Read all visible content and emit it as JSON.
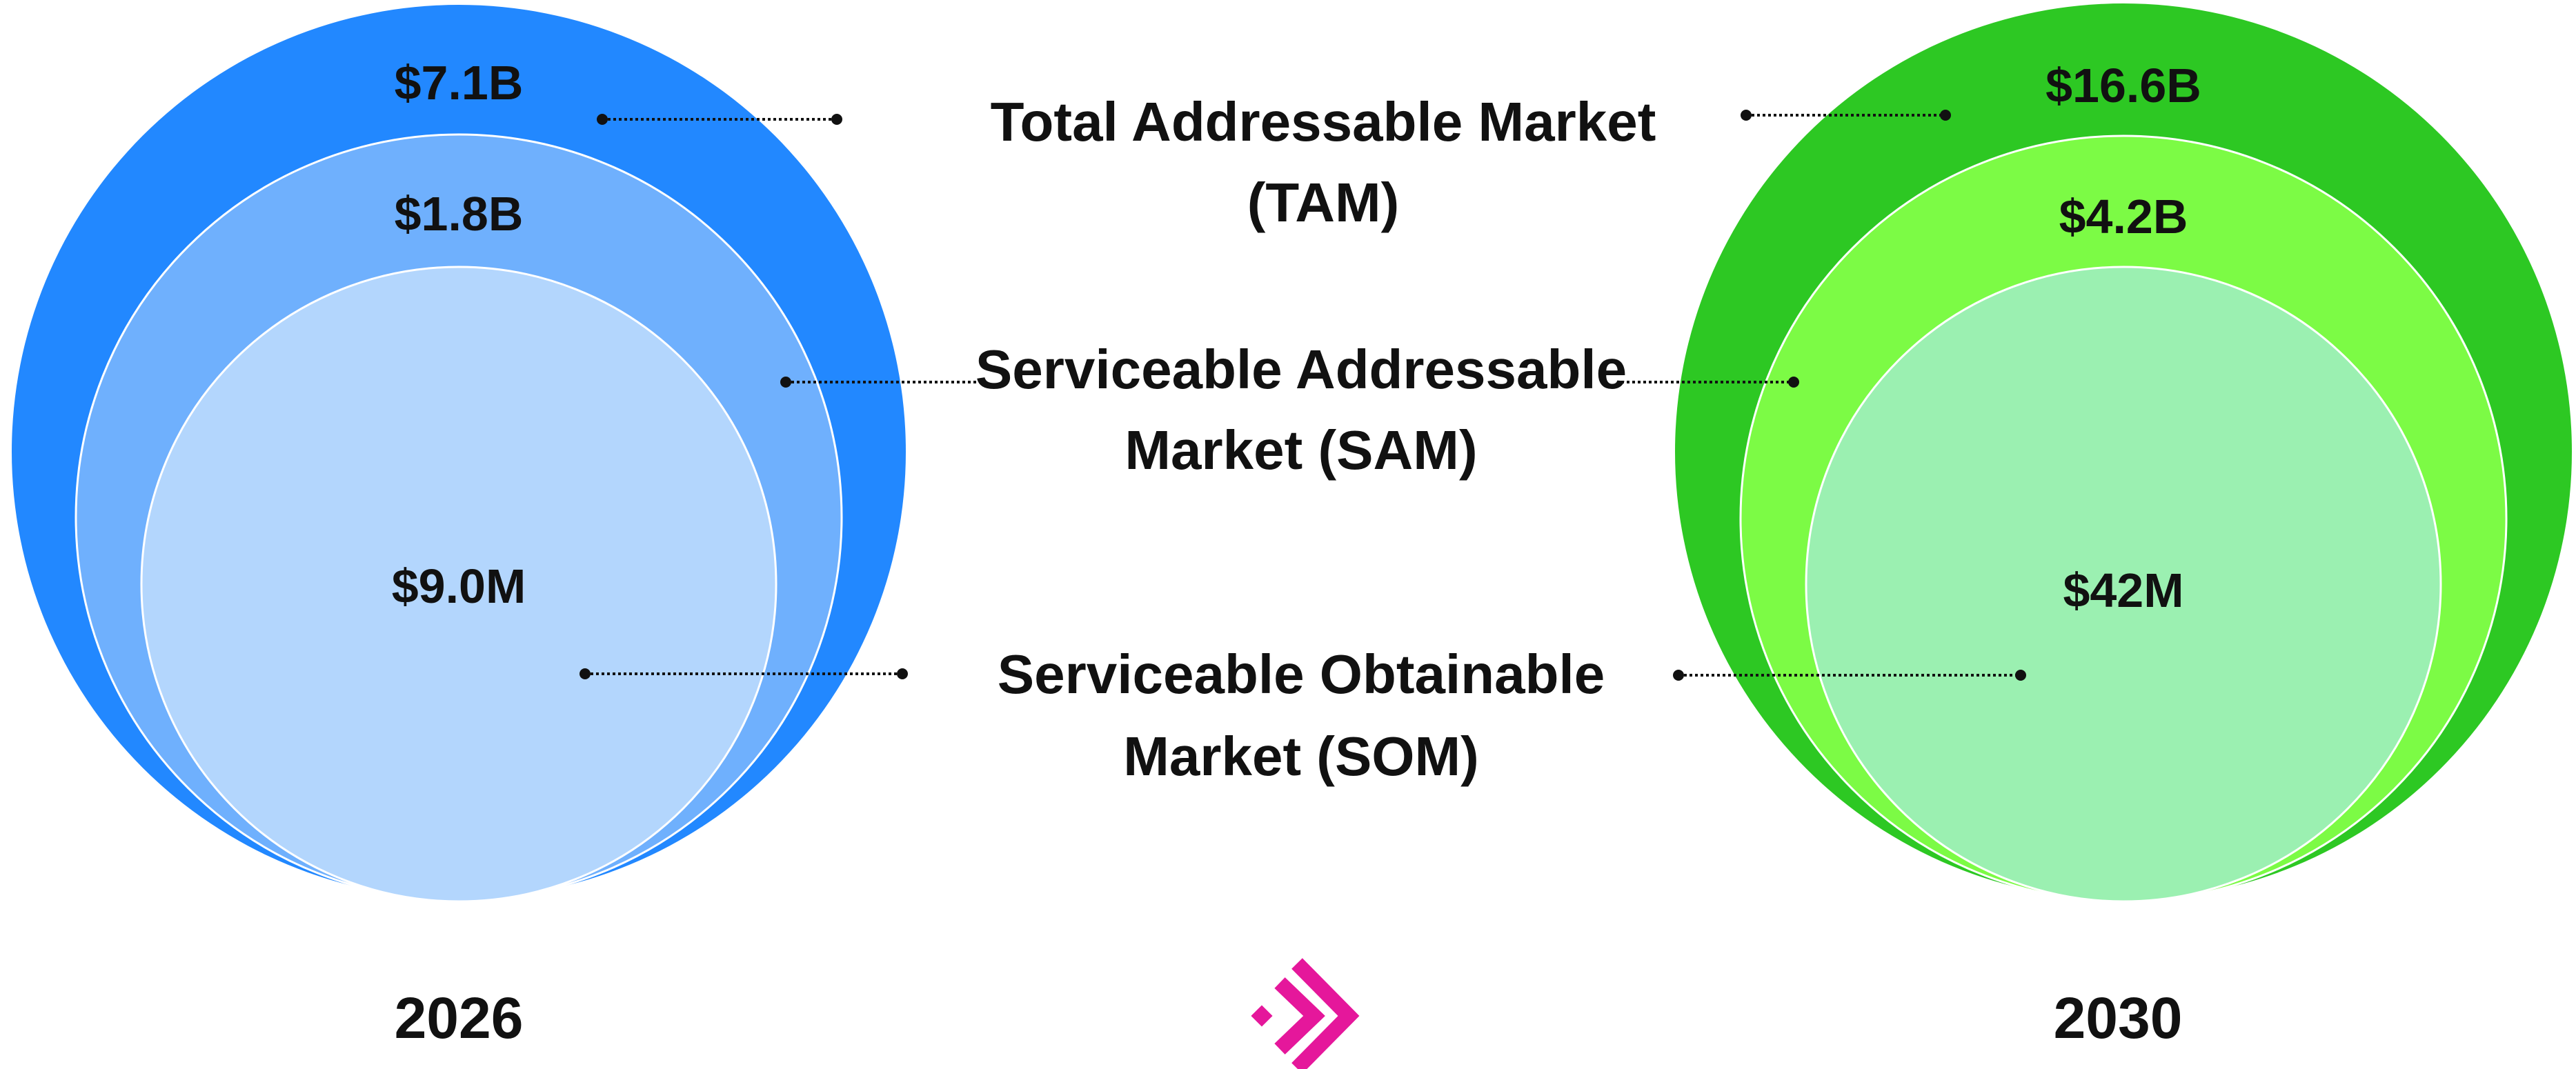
{
  "years": {
    "left": "2026",
    "right": "2030"
  },
  "labels": {
    "tam": [
      "Total Addressable Market",
      "(TAM)"
    ],
    "sam": [
      "Serviceable Addressable",
      "Market (SAM)"
    ],
    "som": [
      "Serviceable Obtainable",
      "Market (SOM)"
    ]
  },
  "markets_2026": {
    "tam": "$7.1B",
    "sam": "$1.8B",
    "som": "$9.0M"
  },
  "markets_2030": {
    "tam": "$16.6B",
    "sam": "$4.2B",
    "som": "$42M"
  },
  "colors": {
    "blue_tam": "#2288ff",
    "blue_sam": "#6fb0fd",
    "blue_som": "#b3d6fd",
    "green_tam": "#2dc823",
    "green_sam": "#7cfb45",
    "green_som": "#9bf0b1",
    "logo": "#e5179b"
  },
  "logo_icon": "double-chevron-right-icon"
}
